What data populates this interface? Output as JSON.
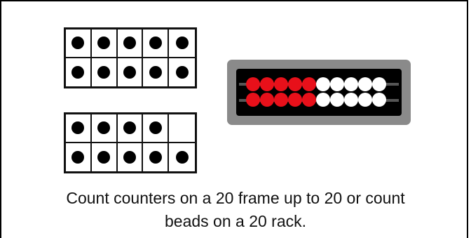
{
  "caption": {
    "line1": "Count counters on a 20 frame up to 20 or count",
    "line2": "beads on a 20 rack."
  },
  "ten_frames": [
    {
      "id": "top",
      "filled": 10,
      "capacity": 10
    },
    {
      "id": "bottom",
      "filled": 9,
      "capacity": 10,
      "empty_cells": [
        4
      ]
    }
  ],
  "bead_rack": {
    "rows": 2,
    "beads_per_row": 10,
    "red_per_row": 5,
    "white_per_row": 5,
    "colors": {
      "red": "#e8101a",
      "white": "#ffffff",
      "frame": "#8a8a8a",
      "inner": "#000000"
    }
  }
}
